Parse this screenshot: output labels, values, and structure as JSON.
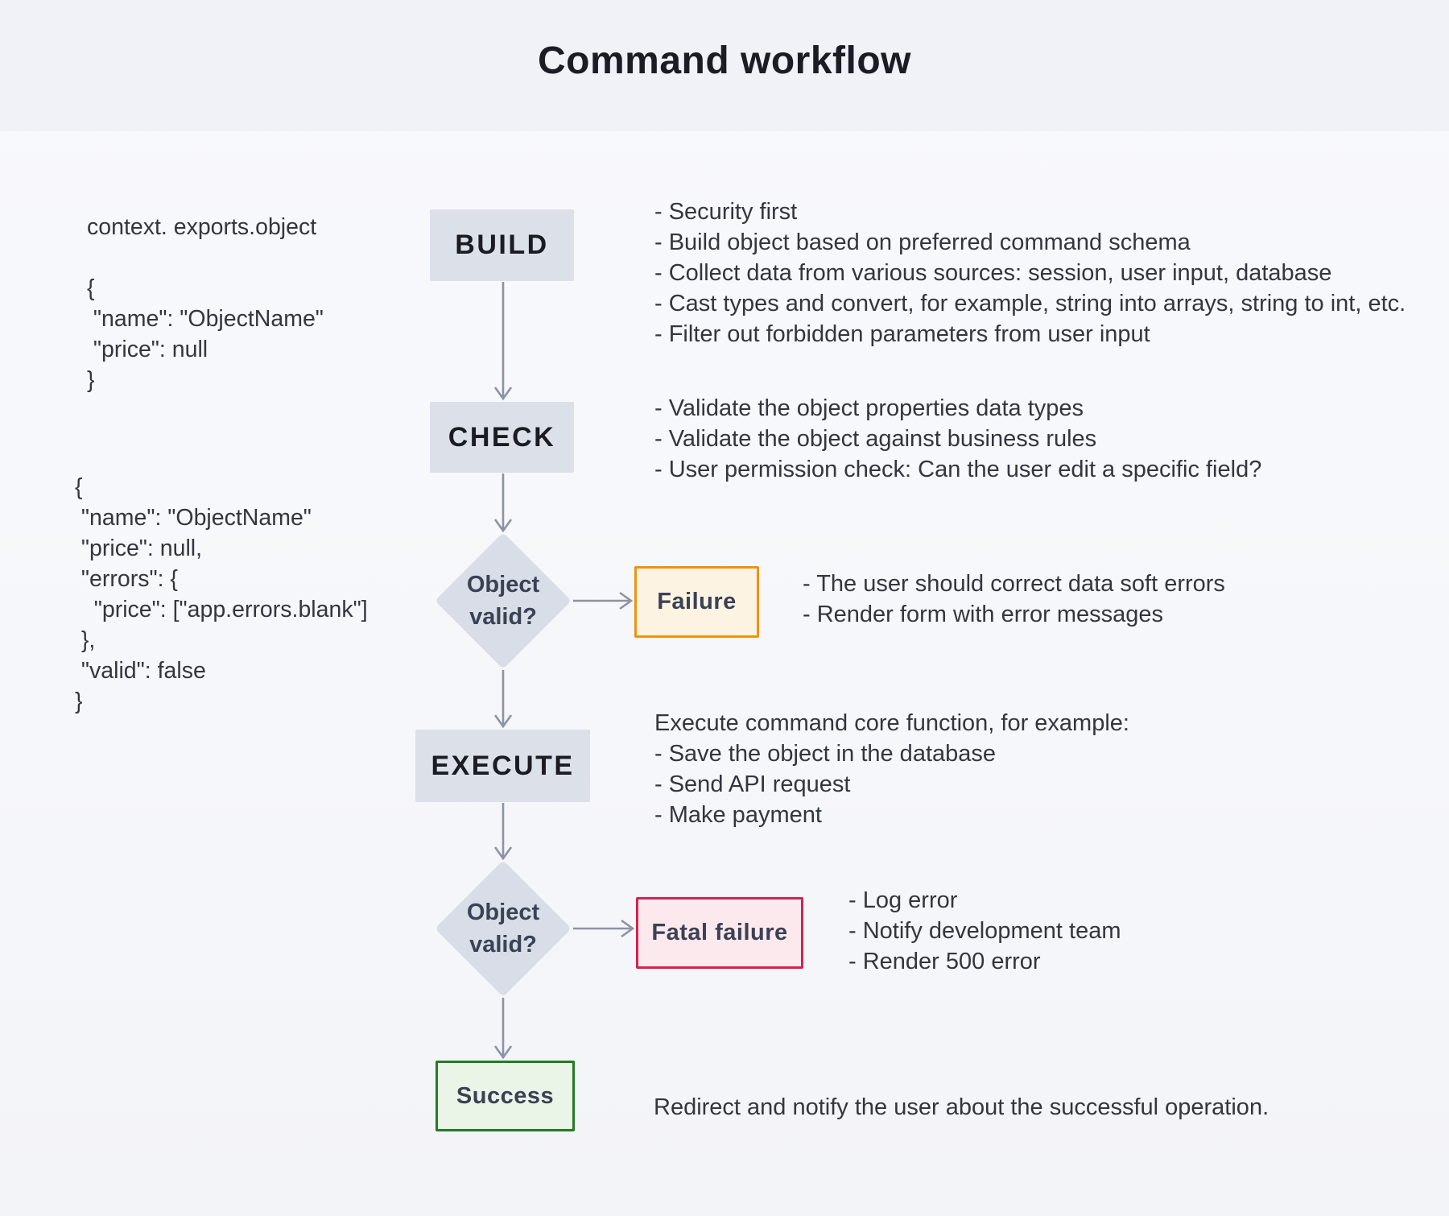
{
  "title": "Command workflow",
  "code_blocks": {
    "build_input": "context. exports.object\n\n{\n \"name\": \"ObjectName\"\n \"price\": null\n}",
    "check_output": "{\n \"name\": \"ObjectName\"\n \"price\": null,\n \"errors\": {\n   \"price\": [\"app.errors.blank\"]\n },\n \"valid\": false\n}"
  },
  "nodes": {
    "build": {
      "label": "BUILD"
    },
    "check": {
      "label": "CHECK"
    },
    "decision_after_check": {
      "line1": "Object",
      "line2": "valid?"
    },
    "execute": {
      "label": "EXECUTE"
    },
    "decision_after_execute": {
      "line1": "Object",
      "line2": "valid?"
    },
    "failure": {
      "label": "Failure"
    },
    "fatal_failure": {
      "label": "Fatal failure"
    },
    "success": {
      "label": "Success"
    }
  },
  "notes": {
    "build": [
      "- Security first",
      "- Build object based on preferred command schema",
      "- Collect data from various sources: session, user input, database",
      "- Cast types and convert, for example, string into arrays, string to int, etc.",
      "- Filter out forbidden parameters from user input"
    ],
    "check": [
      "- Validate the object properties data types",
      "- Validate the object against business rules",
      "- User permission check: Can the user edit a specific field?"
    ],
    "failure": [
      "- The user should correct data soft errors",
      "- Render form with error messages"
    ],
    "execute": [
      "Execute command core function, for example:",
      "- Save the object in the database",
      "- Send API request",
      "- Make payment"
    ],
    "fatal_failure": [
      "- Log error",
      "- Notify development team",
      "- Render 500 error"
    ],
    "success": [
      "Redirect and notify the user about the successful operation."
    ]
  },
  "colors": {
    "header_band": "#f1f2f7",
    "background": "#f7f8fb",
    "node_fill": "#dce0e9",
    "diamond_fill": "#d9dde7",
    "node_label": "#1a1c22",
    "outcome_label": "#3a4154",
    "failure_border": "#f0920e",
    "failure_fill": "#fdf3e3",
    "fatal_border": "#d6234e",
    "fatal_fill": "#fce9ed",
    "success_border": "#217d21",
    "success_fill": "#eaf5e7",
    "connector": "#8d92a6",
    "text": "#33363d"
  }
}
